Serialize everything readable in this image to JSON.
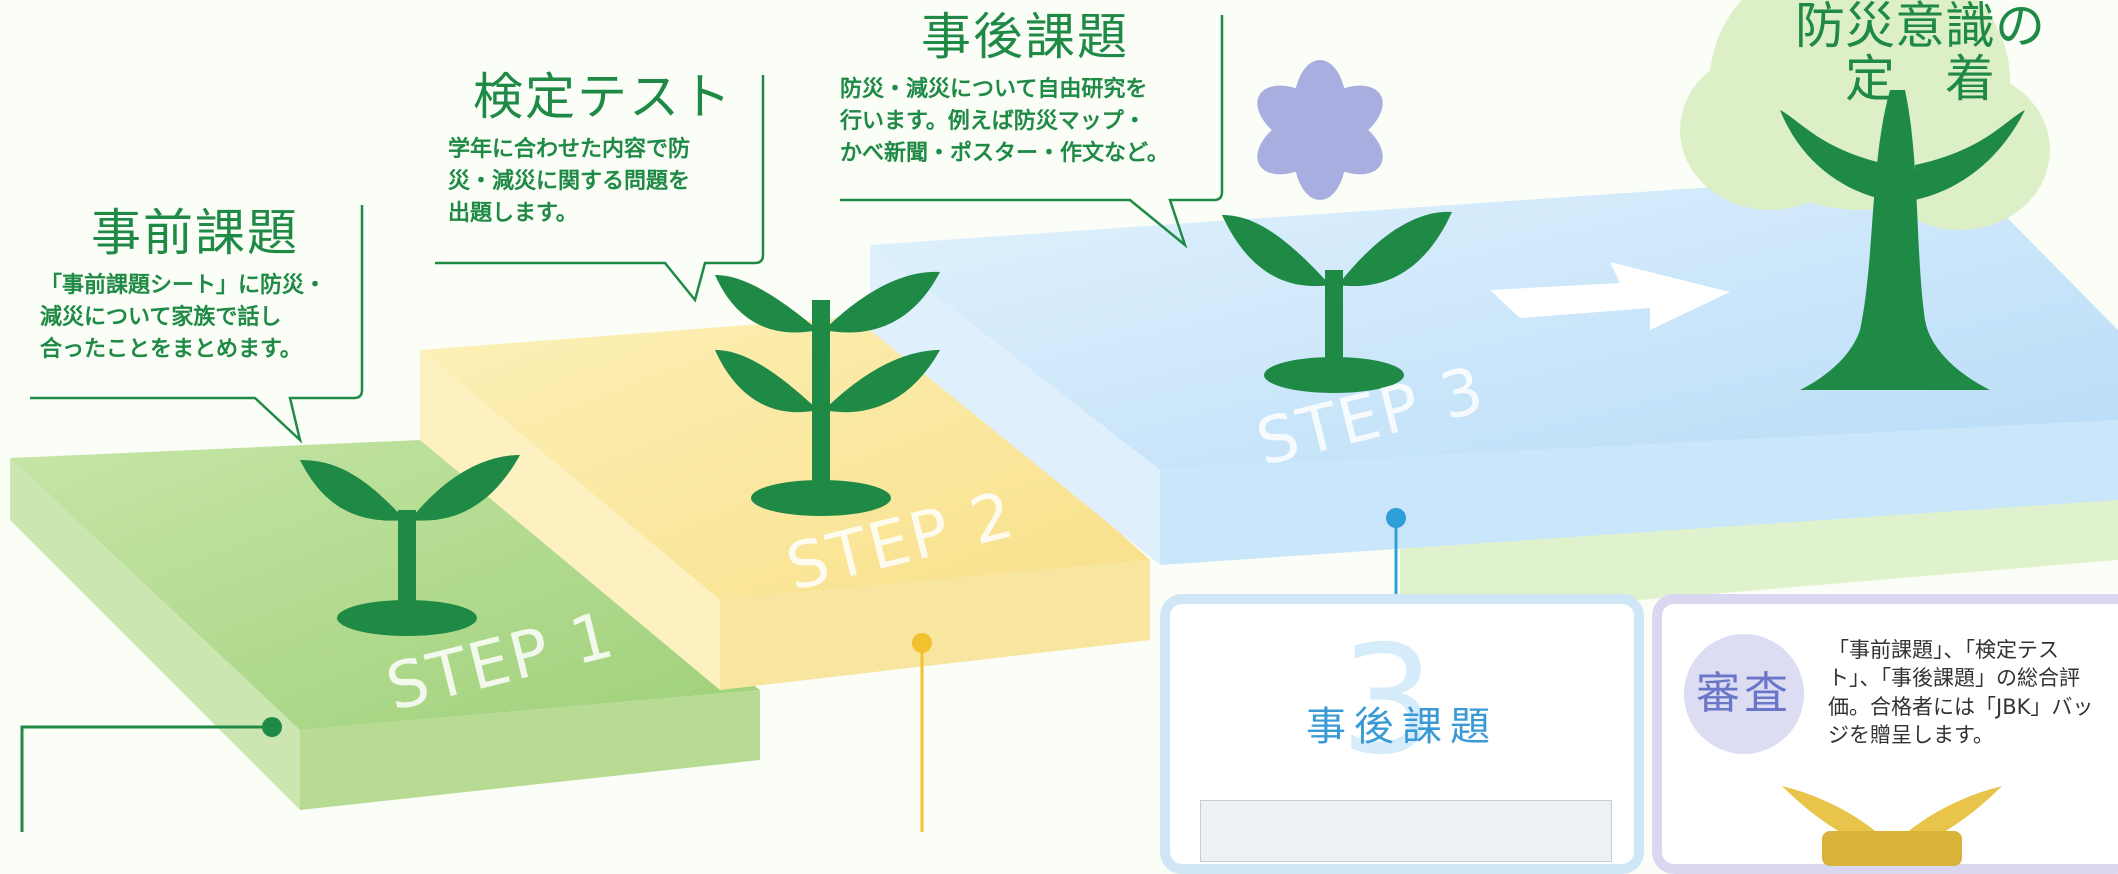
{
  "steps": [
    {
      "label": "STEP 1",
      "color": "#b9dd95"
    },
    {
      "label": "STEP 2",
      "color": "#fbe89c"
    },
    {
      "label": "STEP 3",
      "color": "#c4e4fa"
    }
  ],
  "callouts": [
    {
      "title": "事前課題",
      "lines": [
        "「事前課題シート」に防災・",
        "減災について家族で話し",
        "合ったことをまとめます。"
      ]
    },
    {
      "title": "検定テスト",
      "lines": [
        "学年に合わせた内容で防",
        "災・減災に関する問題を",
        "出題します。"
      ]
    },
    {
      "title": "事後課題",
      "lines": [
        "防災・減災について自由研究を",
        "行います。例えば防災マップ・",
        "かべ新聞・ポスター・作文など。"
      ]
    }
  ],
  "goal": {
    "lines": [
      "防災意識の",
      "定　着"
    ]
  },
  "panel3": {
    "number": "3",
    "title": "事後課題"
  },
  "panel_judge": {
    "seal": "審査",
    "lines": [
      "「事前課題」、「検定テス",
      "ト」、「事後課題」の総合評",
      "価。合格者には「JBK」バッ",
      "ジを贈呈します。"
    ]
  },
  "colors": {
    "green": "#1f8a45",
    "blue": "#2f9fd8",
    "yellow": "#f2c12e",
    "purple_flower": "#a9aee0"
  }
}
